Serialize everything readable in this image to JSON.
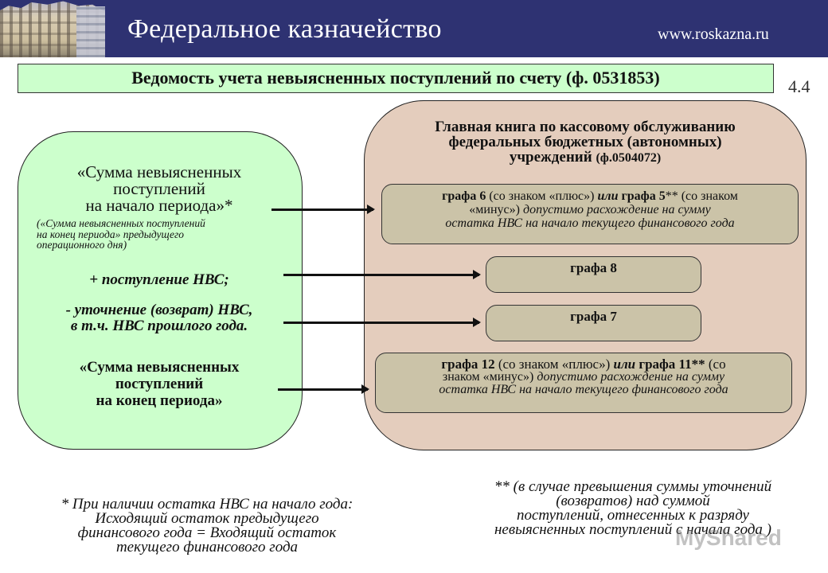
{
  "header": {
    "image": "building-photo",
    "title": "Федеральное казначейство",
    "url": "www.roskazna.ru",
    "background_color": "#2e3272"
  },
  "slide": {
    "title": "Ведомость учета невыясненных поступлений по счету (ф. 0531853)",
    "number": "4.4"
  },
  "left_panel": {
    "item1": [
      "«Сумма невыясненных",
      "поступлений",
      "на начало периода»*"
    ],
    "item1_note": [
      "(«Сумма невыясненных поступлений",
      "на конец периода» предыдущего",
      "операционного дня)"
    ],
    "item2": "+ поступление НВС;",
    "item3": [
      "- уточнение (возврат) НВС,",
      "в т.ч. НВС прошлого года."
    ],
    "item4": [
      "«Сумма невыясненных",
      "поступлений",
      "на конец периода»"
    ]
  },
  "right_panel": {
    "title": [
      "Главная книга по кассовому обслуживанию",
      "федеральных бюджетных (автономных)",
      "учреждений"
    ],
    "title_form": "(ф.0504072)",
    "box1": {
      "a": "графа 6",
      "b": " (со знаком «плюс») ",
      "c": "или",
      "d": " графа 5",
      "e": "**",
      "f": " (со знаком",
      "g": "«минус») ",
      "h": "допустимо расхождение на сумму",
      "i": "остатка НВС на начало текущего финансового года"
    },
    "box2": "графа 8",
    "box3": "графа 7",
    "box4": {
      "a": "графа 12",
      "b": " (со знаком «плюс») ",
      "c": "или",
      "d": " графа 11**",
      "f": " (со",
      "g": "знаком «минус») ",
      "h": "допустимо расхождение на сумму",
      "i": "остатка НВС на начало текущего финансового года"
    }
  },
  "footnotes": {
    "note1": [
      "* При наличии остатка НВС на начало года:",
      "Исходящий остаток предыдущего",
      "финансового года = Входящий остаток",
      "текущего финансового года"
    ],
    "note2": [
      "** (в случае превышения суммы уточнений",
      "(возвратов) над суммой",
      "поступлений, отнесенных к разряду",
      "невыясненных поступлений с начала года )"
    ]
  },
  "watermark": "MyShared",
  "colors": {
    "left_panel": "#ccffcc",
    "right_panel": "#e4cdbd",
    "inner_boxes": "#cbc3a8"
  }
}
